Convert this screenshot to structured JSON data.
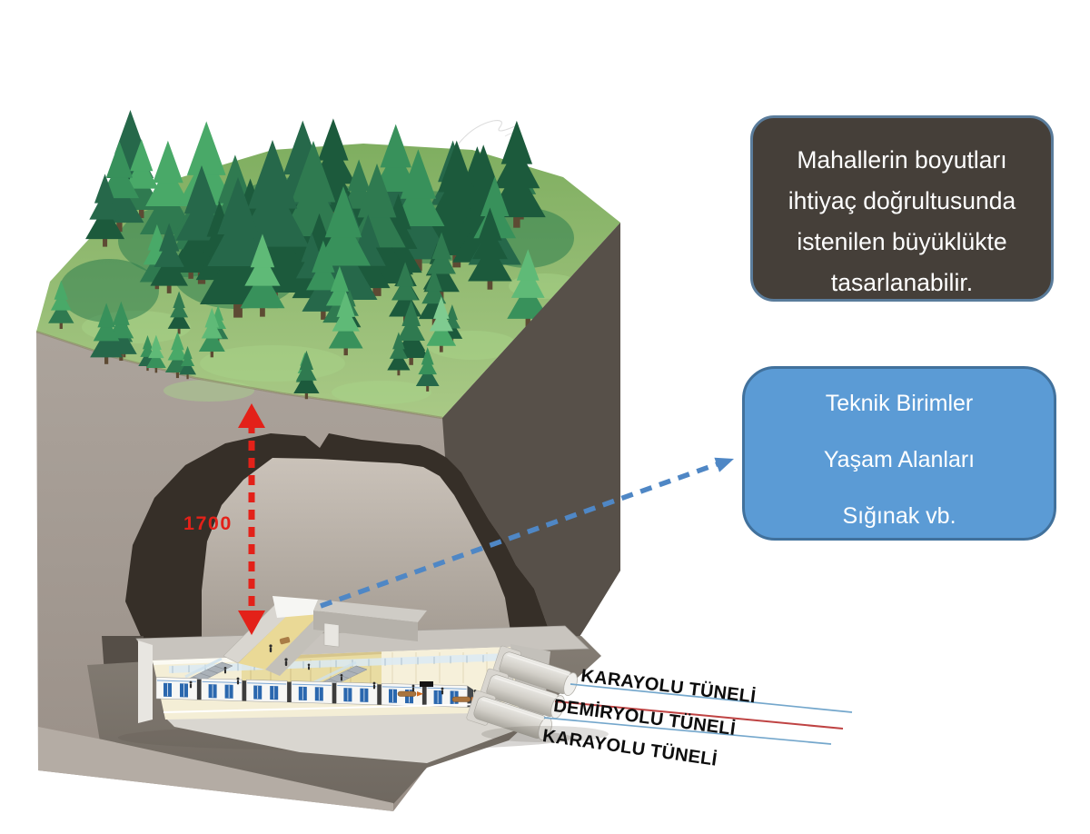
{
  "callouts": {
    "info": {
      "lines": [
        "Mahallerin boyutları",
        "ihtiyaç doğrultusunda",
        "istenilen büyüklükte",
        "tasarlanabilir."
      ]
    },
    "spaces": {
      "lines": [
        "Teknik Birimler",
        "Yaşam Alanları",
        "Sığınak vb."
      ]
    }
  },
  "dimension": {
    "value": "1700"
  },
  "tunnels": [
    {
      "label": "KARAYOLU TÜNELİ",
      "line_color": "#74a7cc"
    },
    {
      "label": "DEMİRYOLU TÜNELİ",
      "line_color": "#bf4343"
    },
    {
      "label": "KARAYOLU TÜNELİ",
      "line_color": "#74a7cc"
    }
  ],
  "colors": {
    "info_box_fill": "#453f39",
    "info_box_border": "#5a7c9b",
    "spaces_box_fill": "#5b9bd5",
    "spaces_box_border": "#41719c",
    "depth_arrow": "#e32119",
    "pointer_arrow": "#4f87c5",
    "tunnel_label_text": "#0d0d0d"
  }
}
